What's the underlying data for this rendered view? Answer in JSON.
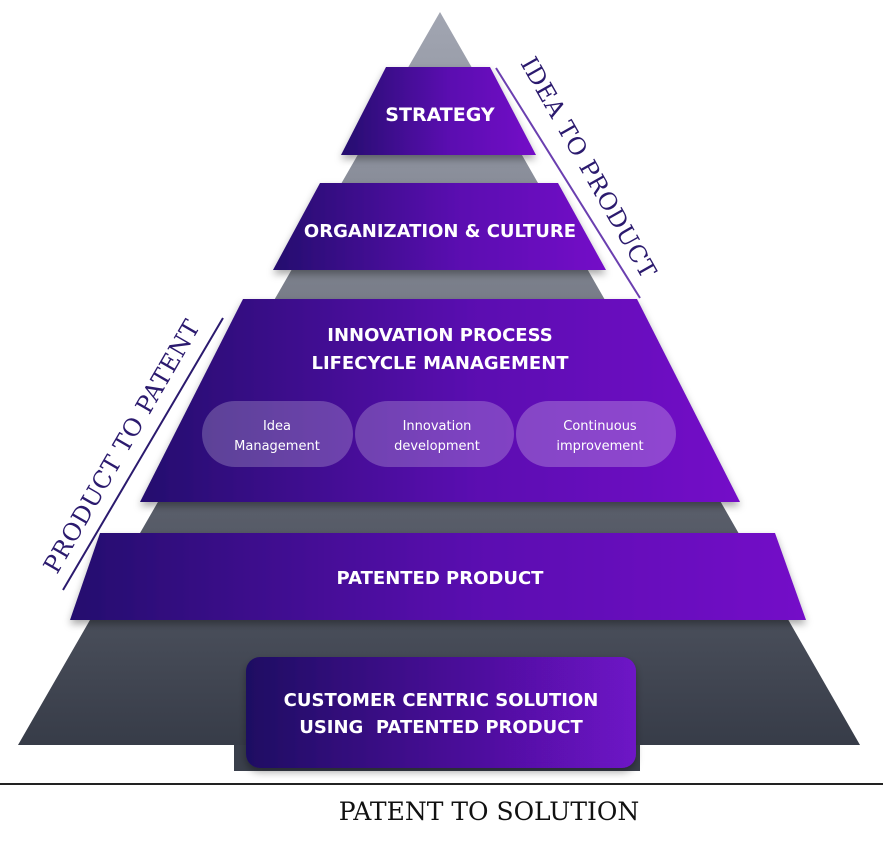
{
  "pyramid": {
    "levels": [
      {
        "id": "strategy",
        "lines": [
          "STRATEGY"
        ]
      },
      {
        "id": "organization",
        "lines": [
          "ORGANIZATION & CULTURE"
        ]
      },
      {
        "id": "innovation",
        "lines": [
          "INNOVATION PROCESS",
          "LIFECYCLE MANAGEMENT"
        ],
        "pills": [
          {
            "lines": [
              "Idea",
              "Management"
            ]
          },
          {
            "lines": [
              "Innovation",
              "development"
            ]
          },
          {
            "lines": [
              "Continuous",
              "improvement"
            ]
          }
        ]
      },
      {
        "id": "patented",
        "lines": [
          "PATENTED PRODUCT"
        ]
      },
      {
        "id": "customer",
        "lines": [
          "CUSTOMER CENTRIC SOLUTION",
          "USING  PATENTED PRODUCT"
        ]
      }
    ]
  },
  "side_labels": {
    "right": "IDEA TO PRODUCT",
    "left": "PRODUCT TO PATENT"
  },
  "footer": {
    "label": "PATENT TO SOLUTION"
  },
  "colors": {
    "band_dark": "#24106e",
    "band_light": "#7410c8",
    "pyramid_top": "#a2a6b2",
    "pyramid_bottom": "#373c48",
    "pill_fill": "#ffffff",
    "side_text": "#2b1a6e"
  }
}
